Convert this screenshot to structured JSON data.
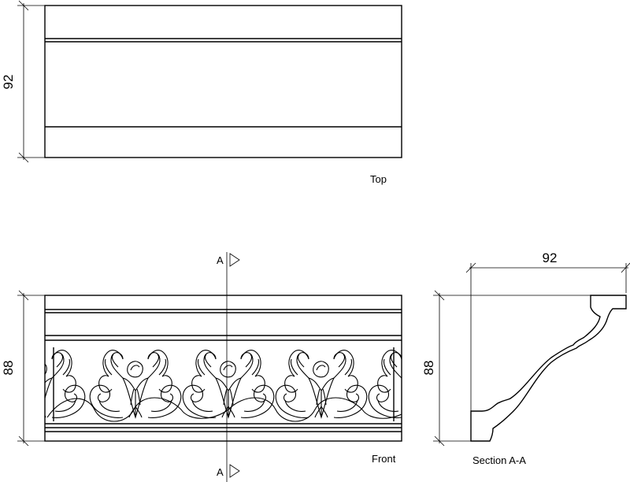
{
  "views": {
    "top": {
      "label": "Top",
      "dimension": "92"
    },
    "front": {
      "label": "Front",
      "dimension": "88",
      "section_marker": "A"
    },
    "section": {
      "label": "Section A-A",
      "width_dimension": "92",
      "height_dimension": "88"
    }
  },
  "colors": {
    "line": "#000000",
    "background": "#ffffff"
  }
}
